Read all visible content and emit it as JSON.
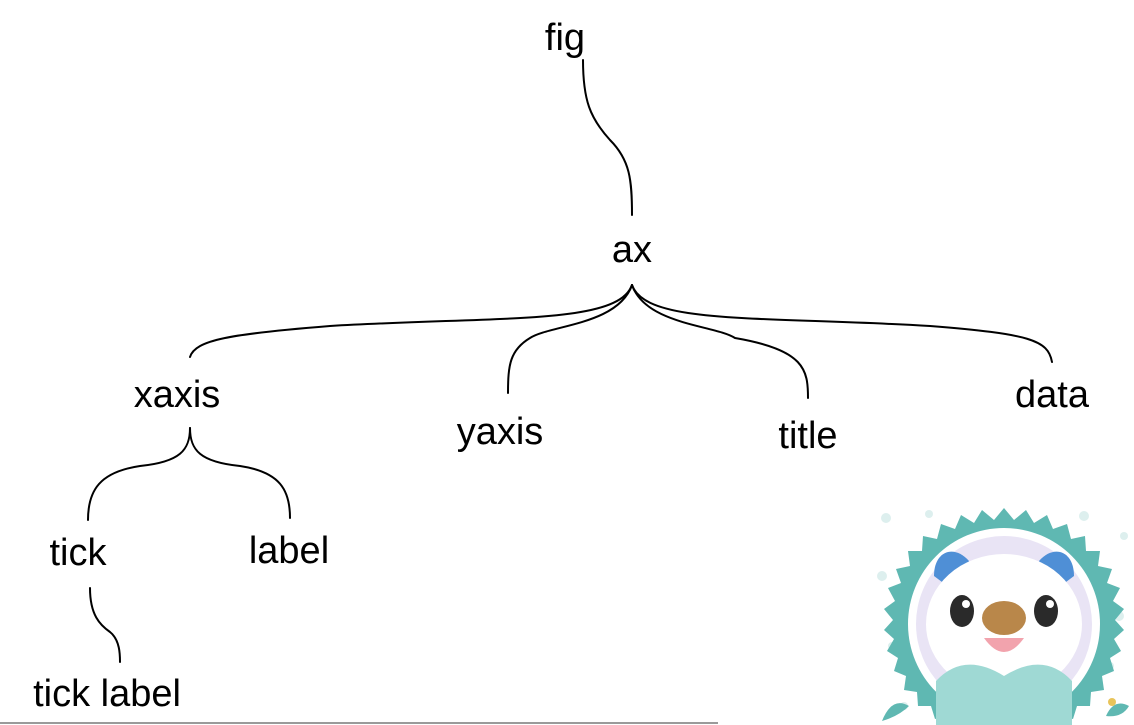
{
  "nodes": {
    "fig": "fig",
    "ax": "ax",
    "xaxis": "xaxis",
    "yaxis": "yaxis",
    "title": "title",
    "data": "data",
    "tick": "tick",
    "label": "label",
    "tick_label": "tick label"
  },
  "edges": [
    [
      "fig",
      "ax"
    ],
    [
      "ax",
      "xaxis"
    ],
    [
      "ax",
      "yaxis"
    ],
    [
      "ax",
      "title"
    ],
    [
      "ax",
      "data"
    ],
    [
      "xaxis",
      "tick"
    ],
    [
      "xaxis",
      "label"
    ],
    [
      "tick",
      "tick_label"
    ]
  ],
  "colors": {
    "text": "#000000",
    "line": "#000000",
    "rule": "#9a9a9a",
    "sticker_ring": "#5fb8b2",
    "sticker_bg": "#e9e4f5",
    "sticker_ear": "#4f8fd6",
    "sticker_nose": "#b9874a"
  },
  "sticker": {
    "icon": "otter-mascot-sticker"
  }
}
